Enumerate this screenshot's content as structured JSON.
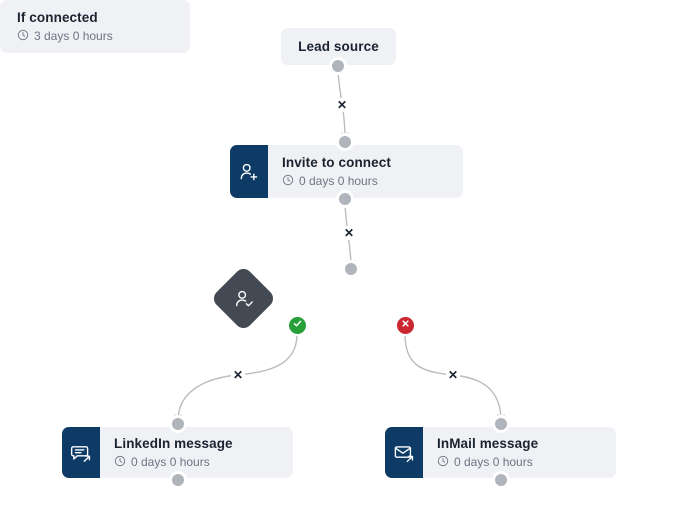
{
  "canvas": {
    "background": "#ffffff",
    "node_background": "#f0f1f4",
    "icon_background": "#0d3b66",
    "diamond_background": "#434a54",
    "edge_color": "#b9bcc2",
    "success_color": "#27a03a",
    "failure_color": "#cc2730",
    "port_color": "#b0b4bb"
  },
  "nodes": {
    "lead_source": {
      "label": "Lead source",
      "icon": "none"
    },
    "invite": {
      "title": "Invite to connect",
      "delay": "0 days 0 hours",
      "icon": "person-add-icon",
      "clock_icon": "clock-icon"
    },
    "if_connected": {
      "title": "If connected",
      "delay": "3 days 0 hours",
      "icon": "person-check-icon",
      "clock_icon": "clock-icon"
    },
    "linkedin_message": {
      "title": "LinkedIn message",
      "delay": "0 days 0 hours",
      "icon": "message-send-icon",
      "clock_icon": "clock-icon"
    },
    "inmail_message": {
      "title": "InMail message",
      "delay": "0 days 0 hours",
      "icon": "envelope-send-icon",
      "clock_icon": "clock-icon"
    }
  },
  "branches": {
    "success_badge_icon": "check-icon",
    "failure_badge_icon": "cross-icon"
  },
  "edges": {
    "delete_marker": "✕",
    "list": [
      {
        "name": "lead-source-to-invite",
        "from": "lead_source",
        "to": "invite"
      },
      {
        "name": "invite-to-if-connected",
        "from": "invite",
        "to": "if_connected"
      },
      {
        "name": "if-connected-success-to-linkedin",
        "from": "if_connected",
        "to": "linkedin_message",
        "branch": "success"
      },
      {
        "name": "if-connected-failure-to-inmail",
        "from": "if_connected",
        "to": "inmail_message",
        "branch": "failure"
      }
    ]
  }
}
